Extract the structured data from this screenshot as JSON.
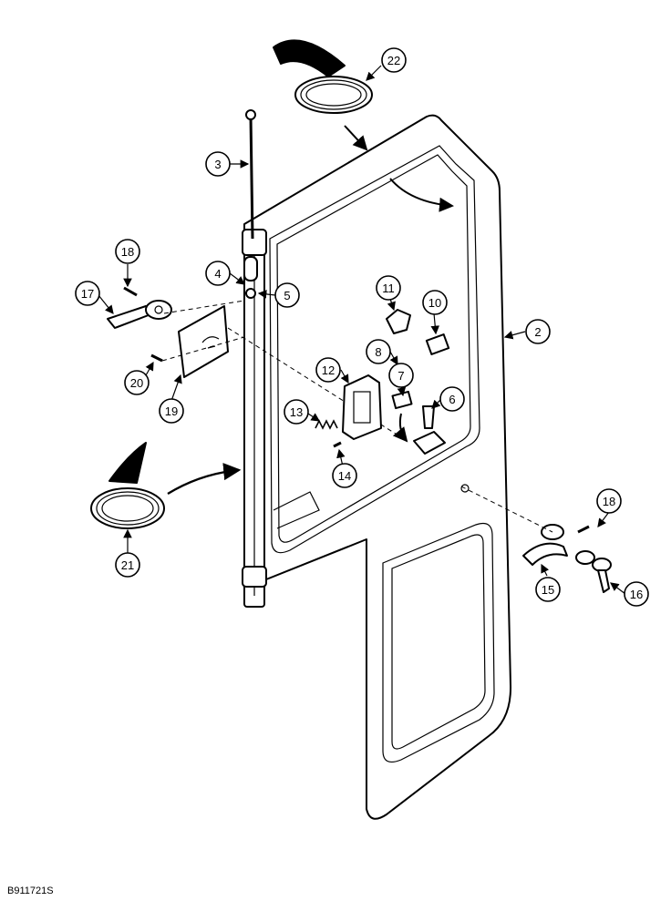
{
  "drawing_code": "B911721S",
  "callouts": [
    {
      "id": "2",
      "label": "2"
    },
    {
      "id": "3",
      "label": "3"
    },
    {
      "id": "4",
      "label": "4"
    },
    {
      "id": "5",
      "label": "5"
    },
    {
      "id": "6",
      "label": "6"
    },
    {
      "id": "7",
      "label": "7"
    },
    {
      "id": "8",
      "label": "8"
    },
    {
      "id": "10",
      "label": "10"
    },
    {
      "id": "11",
      "label": "11"
    },
    {
      "id": "12",
      "label": "12"
    },
    {
      "id": "13",
      "label": "13"
    },
    {
      "id": "14",
      "label": "14"
    },
    {
      "id": "15",
      "label": "15"
    },
    {
      "id": "16",
      "label": "16"
    },
    {
      "id": "17",
      "label": "17"
    },
    {
      "id": "18a",
      "label": "18"
    },
    {
      "id": "18b",
      "label": "18"
    },
    {
      "id": "19",
      "label": "19"
    },
    {
      "id": "20",
      "label": "20"
    },
    {
      "id": "21",
      "label": "21"
    },
    {
      "id": "22",
      "label": "22"
    }
  ]
}
